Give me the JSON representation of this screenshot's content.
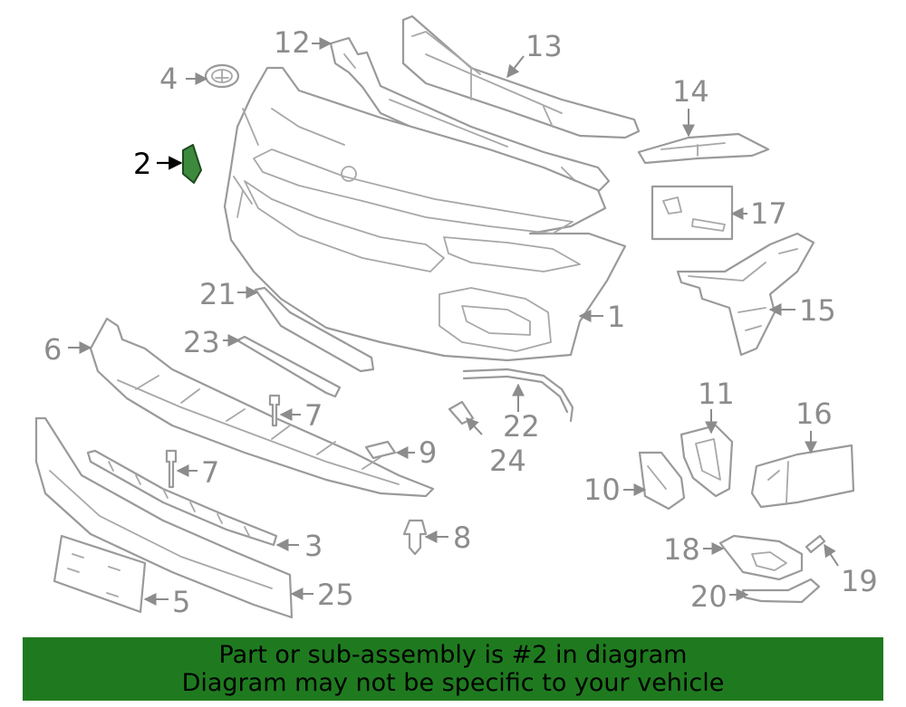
{
  "diagram": {
    "highlighted_part": "2",
    "highlight_color": "#3d8a3d",
    "labels": {
      "p1": "1",
      "p2": "2",
      "p3": "3",
      "p4": "4",
      "p5": "5",
      "p6": "6",
      "p7a": "7",
      "p7b": "7",
      "p8": "8",
      "p9": "9",
      "p10": "10",
      "p11": "11",
      "p12": "12",
      "p13": "13",
      "p14": "14",
      "p15": "15",
      "p16": "16",
      "p17": "17",
      "p18": "18",
      "p19": "19",
      "p20": "20",
      "p21": "21",
      "p22": "22",
      "p23": "23",
      "p24": "24",
      "p25": "25"
    }
  },
  "banner": {
    "line1": "Part or sub-assembly is #2 in diagram",
    "line2": "Diagram may not be specific to your vehicle",
    "color": "#1f7a1f"
  }
}
